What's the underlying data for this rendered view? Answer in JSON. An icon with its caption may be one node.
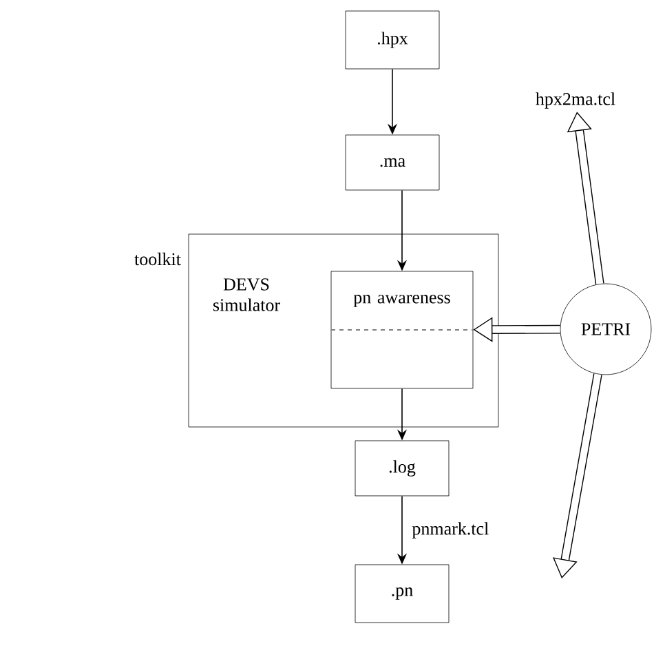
{
  "diagram": {
    "nodes": [
      {
        "text": [
          ".hpx"
        ]
      },
      {
        "text": [
          "hpx2ma.tcl"
        ]
      },
      {
        "text": [
          ".ma"
        ]
      },
      {
        "text": [
          "toolkit",
          "DEVS simulator"
        ]
      },
      {
        "text": [
          "pn awareness"
        ],
        "in": 3
      },
      {
        "text": [
          "PETRI"
        ]
      },
      {
        "text": [
          ".log"
        ]
      },
      {
        "text": [
          ".pn"
        ]
      }
    ],
    "edges": [
      {
        "from": 0,
        "to": 2,
        "arrow": "to"
      },
      {
        "from": 2,
        "to": 4,
        "arrow": "to"
      },
      {
        "from": 5,
        "to": 4,
        "arrow": "to",
        "style": "thick"
      },
      {
        "from": 5,
        "to": 1,
        "arrow": "to",
        "style": "thick"
      },
      {
        "from": 4,
        "to": 6,
        "arrow": "to"
      },
      {
        "from": 6,
        "to": 7,
        "arrow": "to",
        "label": "pnmark.tcl"
      },
      {
        "from": 5,
        "to": null,
        "arrow": "to",
        "style": "thick"
      }
    ]
  }
}
